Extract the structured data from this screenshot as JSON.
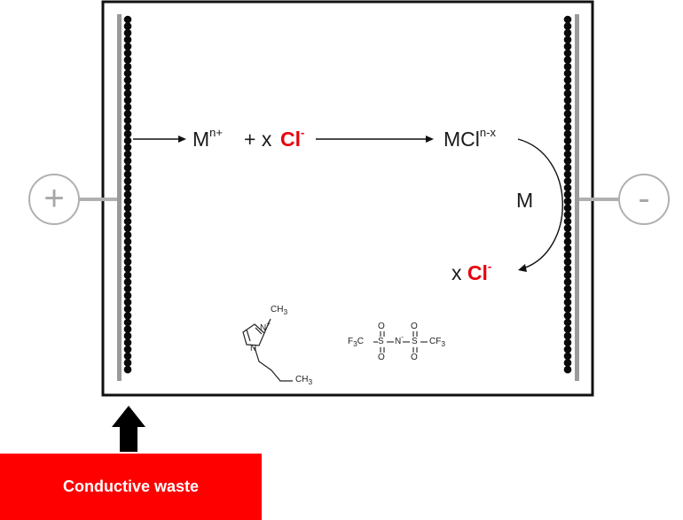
{
  "colors": {
    "accent_red": "#e8000b",
    "electrode_bar": "#9a9a9a",
    "terminal_grey": "#b0b0b0",
    "waste_box": "#ff0000",
    "text": "#1a1a1a"
  },
  "terminals": {
    "positive": "+",
    "negative": "-"
  },
  "reaction": {
    "metal_ion_base": "M",
    "metal_ion_charge": "n+",
    "plus_x": "+ x ",
    "chloride_base": "Cl",
    "chloride_charge": "-",
    "complex_base": "MCl",
    "complex_charge": "n-x",
    "deposited_metal": "M",
    "released_prefix": "x ",
    "released_base": "Cl",
    "released_charge": "-"
  },
  "cation_structure": {
    "methyl": "CH",
    "methyl_sub": "3",
    "n_plus": "N",
    "n_plus_charge": "+",
    "n_neutral": "N",
    "butyl_end": "CH",
    "butyl_end_sub": "3"
  },
  "anion_structure": {
    "left_group": "F",
    "left_group_sub": "3",
    "left_group_c": "C",
    "s_left": "S",
    "n_center": "N",
    "n_charge": "-",
    "s_right": "S",
    "right_group_c": "CF",
    "right_group_sub": "3",
    "oxygen": "O"
  },
  "waste": {
    "label": "Conductive waste"
  }
}
